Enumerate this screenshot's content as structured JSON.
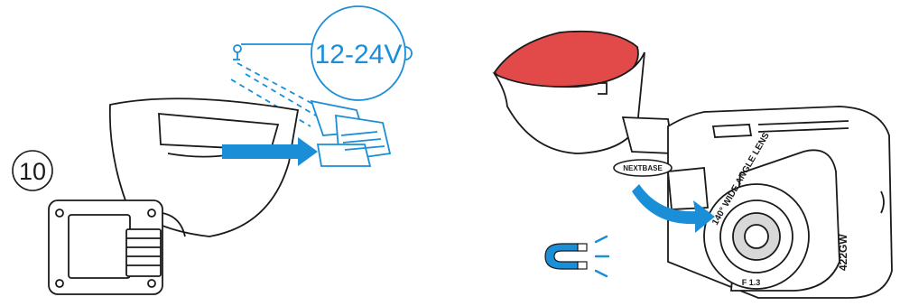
{
  "step_number": "10",
  "voltage_label": "12-24V",
  "camera": {
    "brand_text": "NEXTBASE",
    "lens_ring_text": "140° WIDE ANGLE LENS",
    "aperture_text": "F 1.3",
    "model_text": "422GW"
  },
  "colors": {
    "outline": "#1a1a1a",
    "accent_blue": "#1a8fd8",
    "arrow_blue": "#1a8fd8",
    "adhesive_red": "#e24a4a",
    "magnet_blue": "#1a8fd8"
  },
  "icons": [
    "power-plug-icon",
    "magnet-icon",
    "insert-arrow-icon",
    "attach-arrow-icon"
  ]
}
